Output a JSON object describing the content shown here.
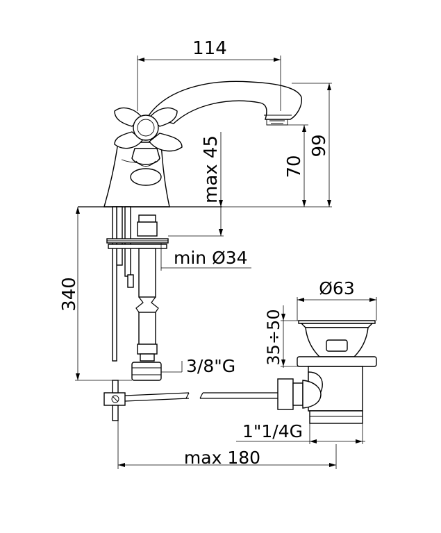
{
  "dimensions": {
    "spout_reach": "114",
    "total_height": "99",
    "spout_height": "70",
    "deck_thickness_max": "max 45",
    "hole_diameter_min": "min Ø34",
    "hose_length": "340",
    "hose_connection": "3/8\"G",
    "drain_diameter": "Ø63",
    "drain_height_range": "35÷50",
    "drain_thread": "1\"1/4G",
    "rod_length_max": "max 180"
  }
}
